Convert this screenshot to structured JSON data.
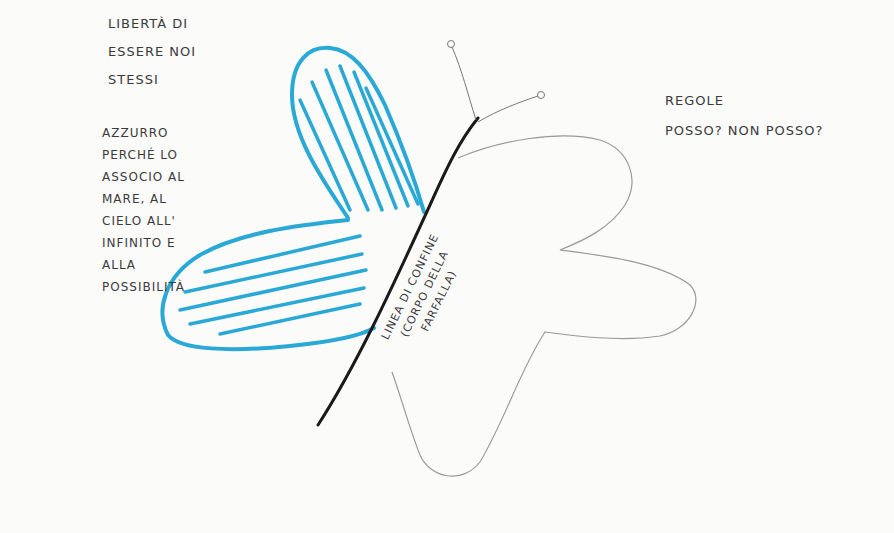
{
  "diagram": {
    "labels": [
      "LIBERTÀ DI ESSERE NOI STESSI",
      "AZZURRO PERCHÉ LO ASSOCIO AL MARE, AL CIELO ALL' INFINITO E ALLA POSSIBILITÀ",
      "LINEA DI CONFINE (CORPO DELLA FARFALLA)",
      "REGOLE",
      "POSSO? NON POSSO?"
    ]
  }
}
